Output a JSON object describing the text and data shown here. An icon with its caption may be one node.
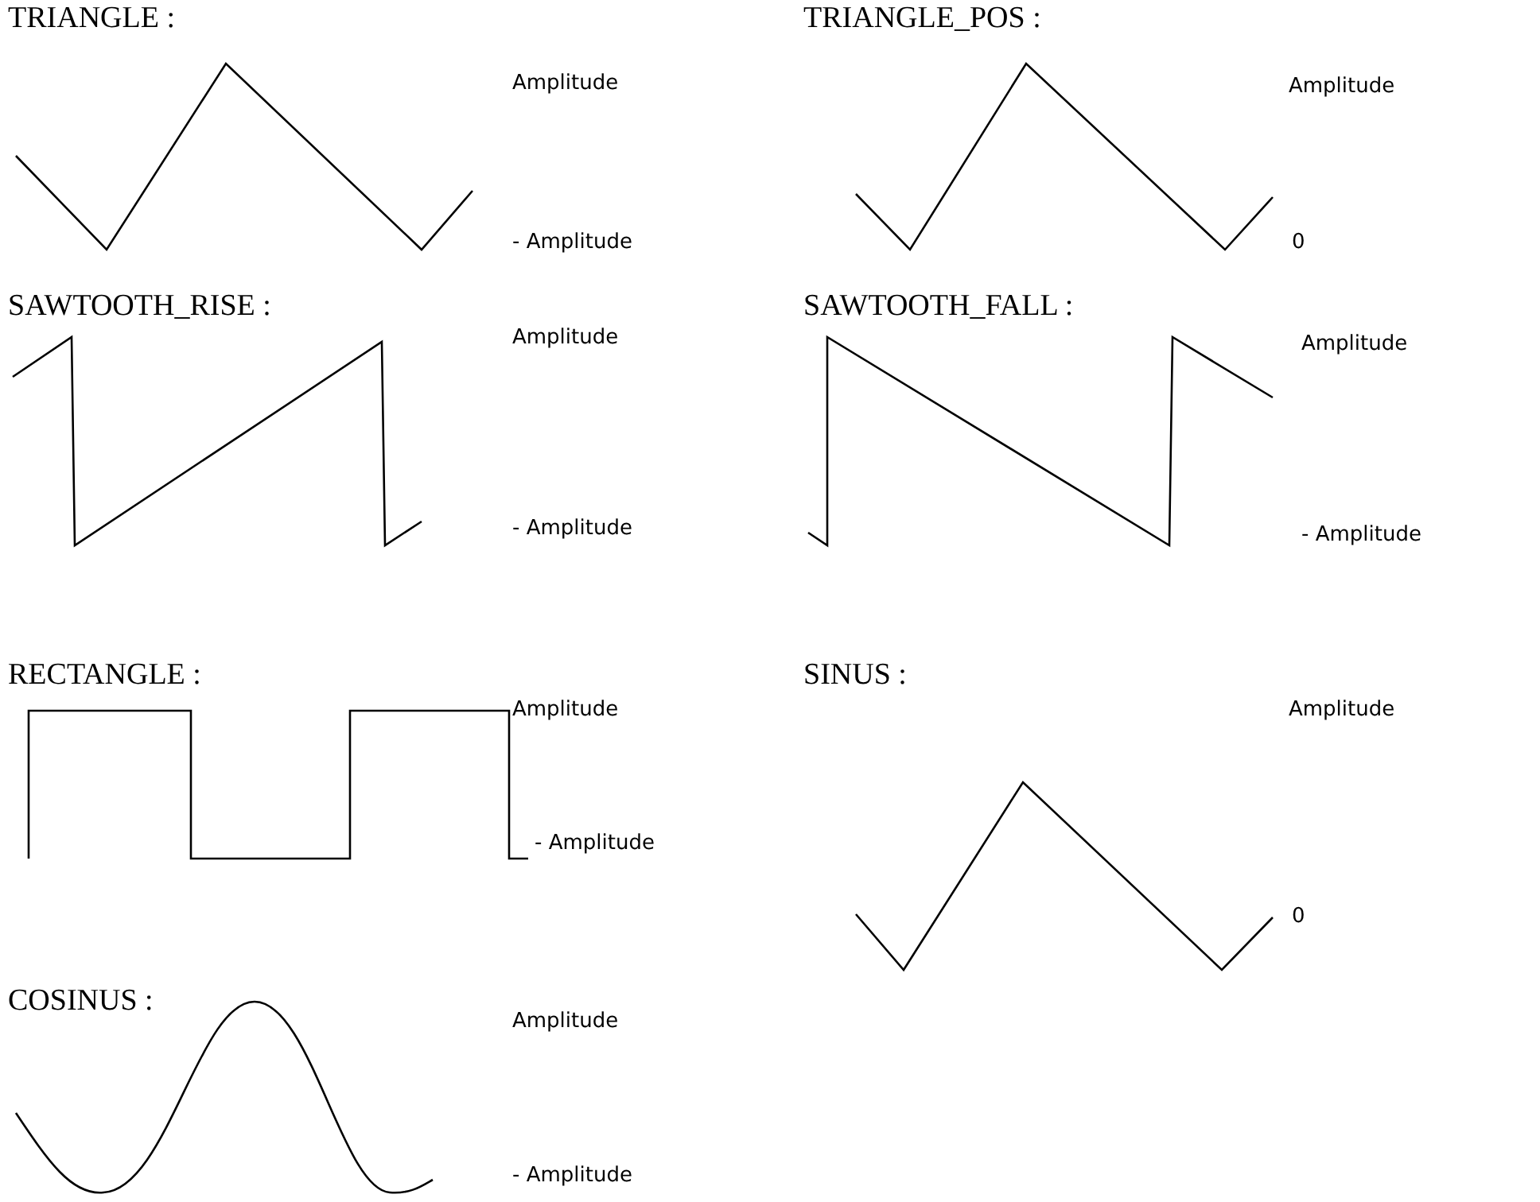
{
  "diagram": {
    "labels": [
      "TRIANGLE :",
      "Amplitude",
      "- Amplitude",
      "TRIANGLE_POS :",
      "Amplitude",
      "0",
      "SAWTOOTH_RISE :",
      "Amplitude",
      "- Amplitude",
      "SAWTOOTH_FALL :",
      "Amplitude",
      "- Amplitude",
      "RECTANGLE :",
      "Amplitude",
      "- Amplitude",
      "SINUS :",
      "Amplitude",
      "0",
      "COSINUS :",
      "Amplitude",
      "- Amplitude"
    ]
  }
}
